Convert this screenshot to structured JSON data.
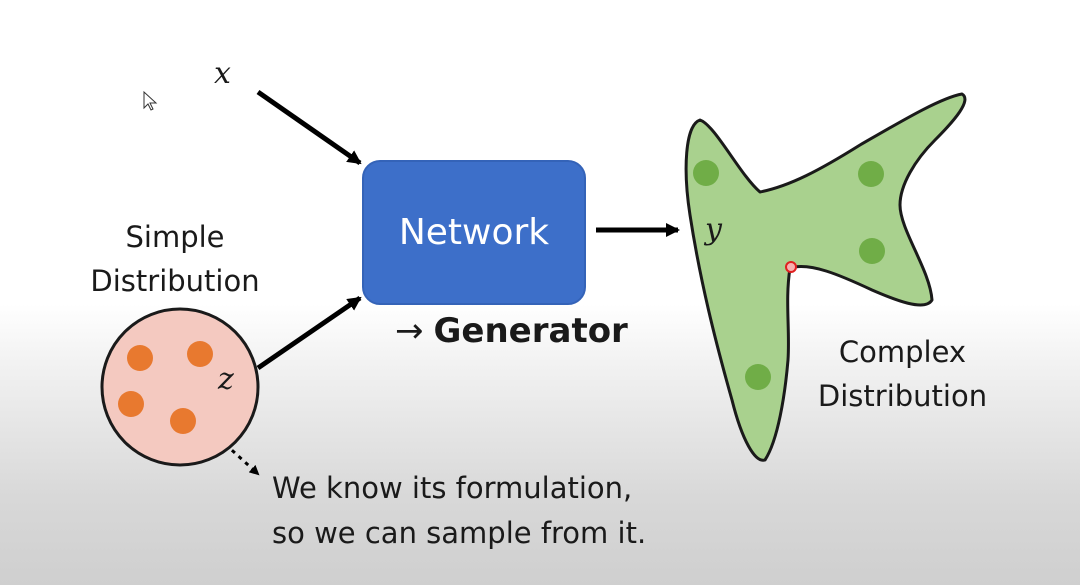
{
  "diagram": {
    "x_label": "x",
    "z_label": "z",
    "y_label": "y",
    "network_label": "Network",
    "generator_arrow": "→",
    "generator_label": "Generator",
    "simple_line1": "Simple",
    "simple_line2": "Distribution",
    "complex_line1": "Complex",
    "complex_line2": "Distribution",
    "note_line1": "We know its formulation,",
    "note_line2": "so we can sample from it."
  },
  "colors": {
    "network_fill": "#3d6fc9",
    "simple_fill": "#f4c9c0",
    "simple_dot": "#e8792f",
    "complex_fill": "#a9d18e",
    "complex_dot": "#70ad47",
    "cursor_marker": "#e02020"
  },
  "icons": [
    "mouse-cursor-icon",
    "sample-marker-icon"
  ]
}
